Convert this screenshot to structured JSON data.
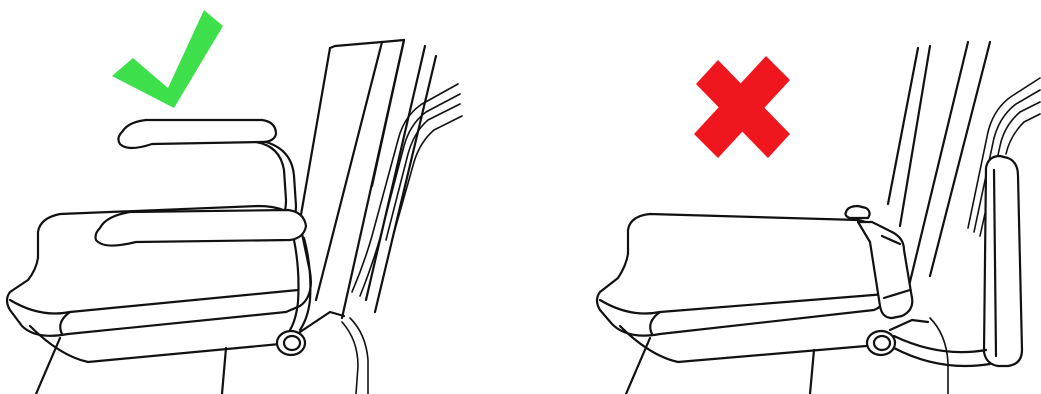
{
  "panels": [
    {
      "id": "correct",
      "verdict": "correct",
      "marker_icon": "check-mark-icon",
      "marker_color": "#3de04a",
      "armrest_state": "raised"
    },
    {
      "id": "incorrect",
      "verdict": "incorrect",
      "marker_icon": "cross-mark-icon",
      "marker_color": "#f0161e",
      "armrest_state": "lowered"
    }
  ],
  "colors": {
    "line": "#111111",
    "background": "#ffffff"
  }
}
